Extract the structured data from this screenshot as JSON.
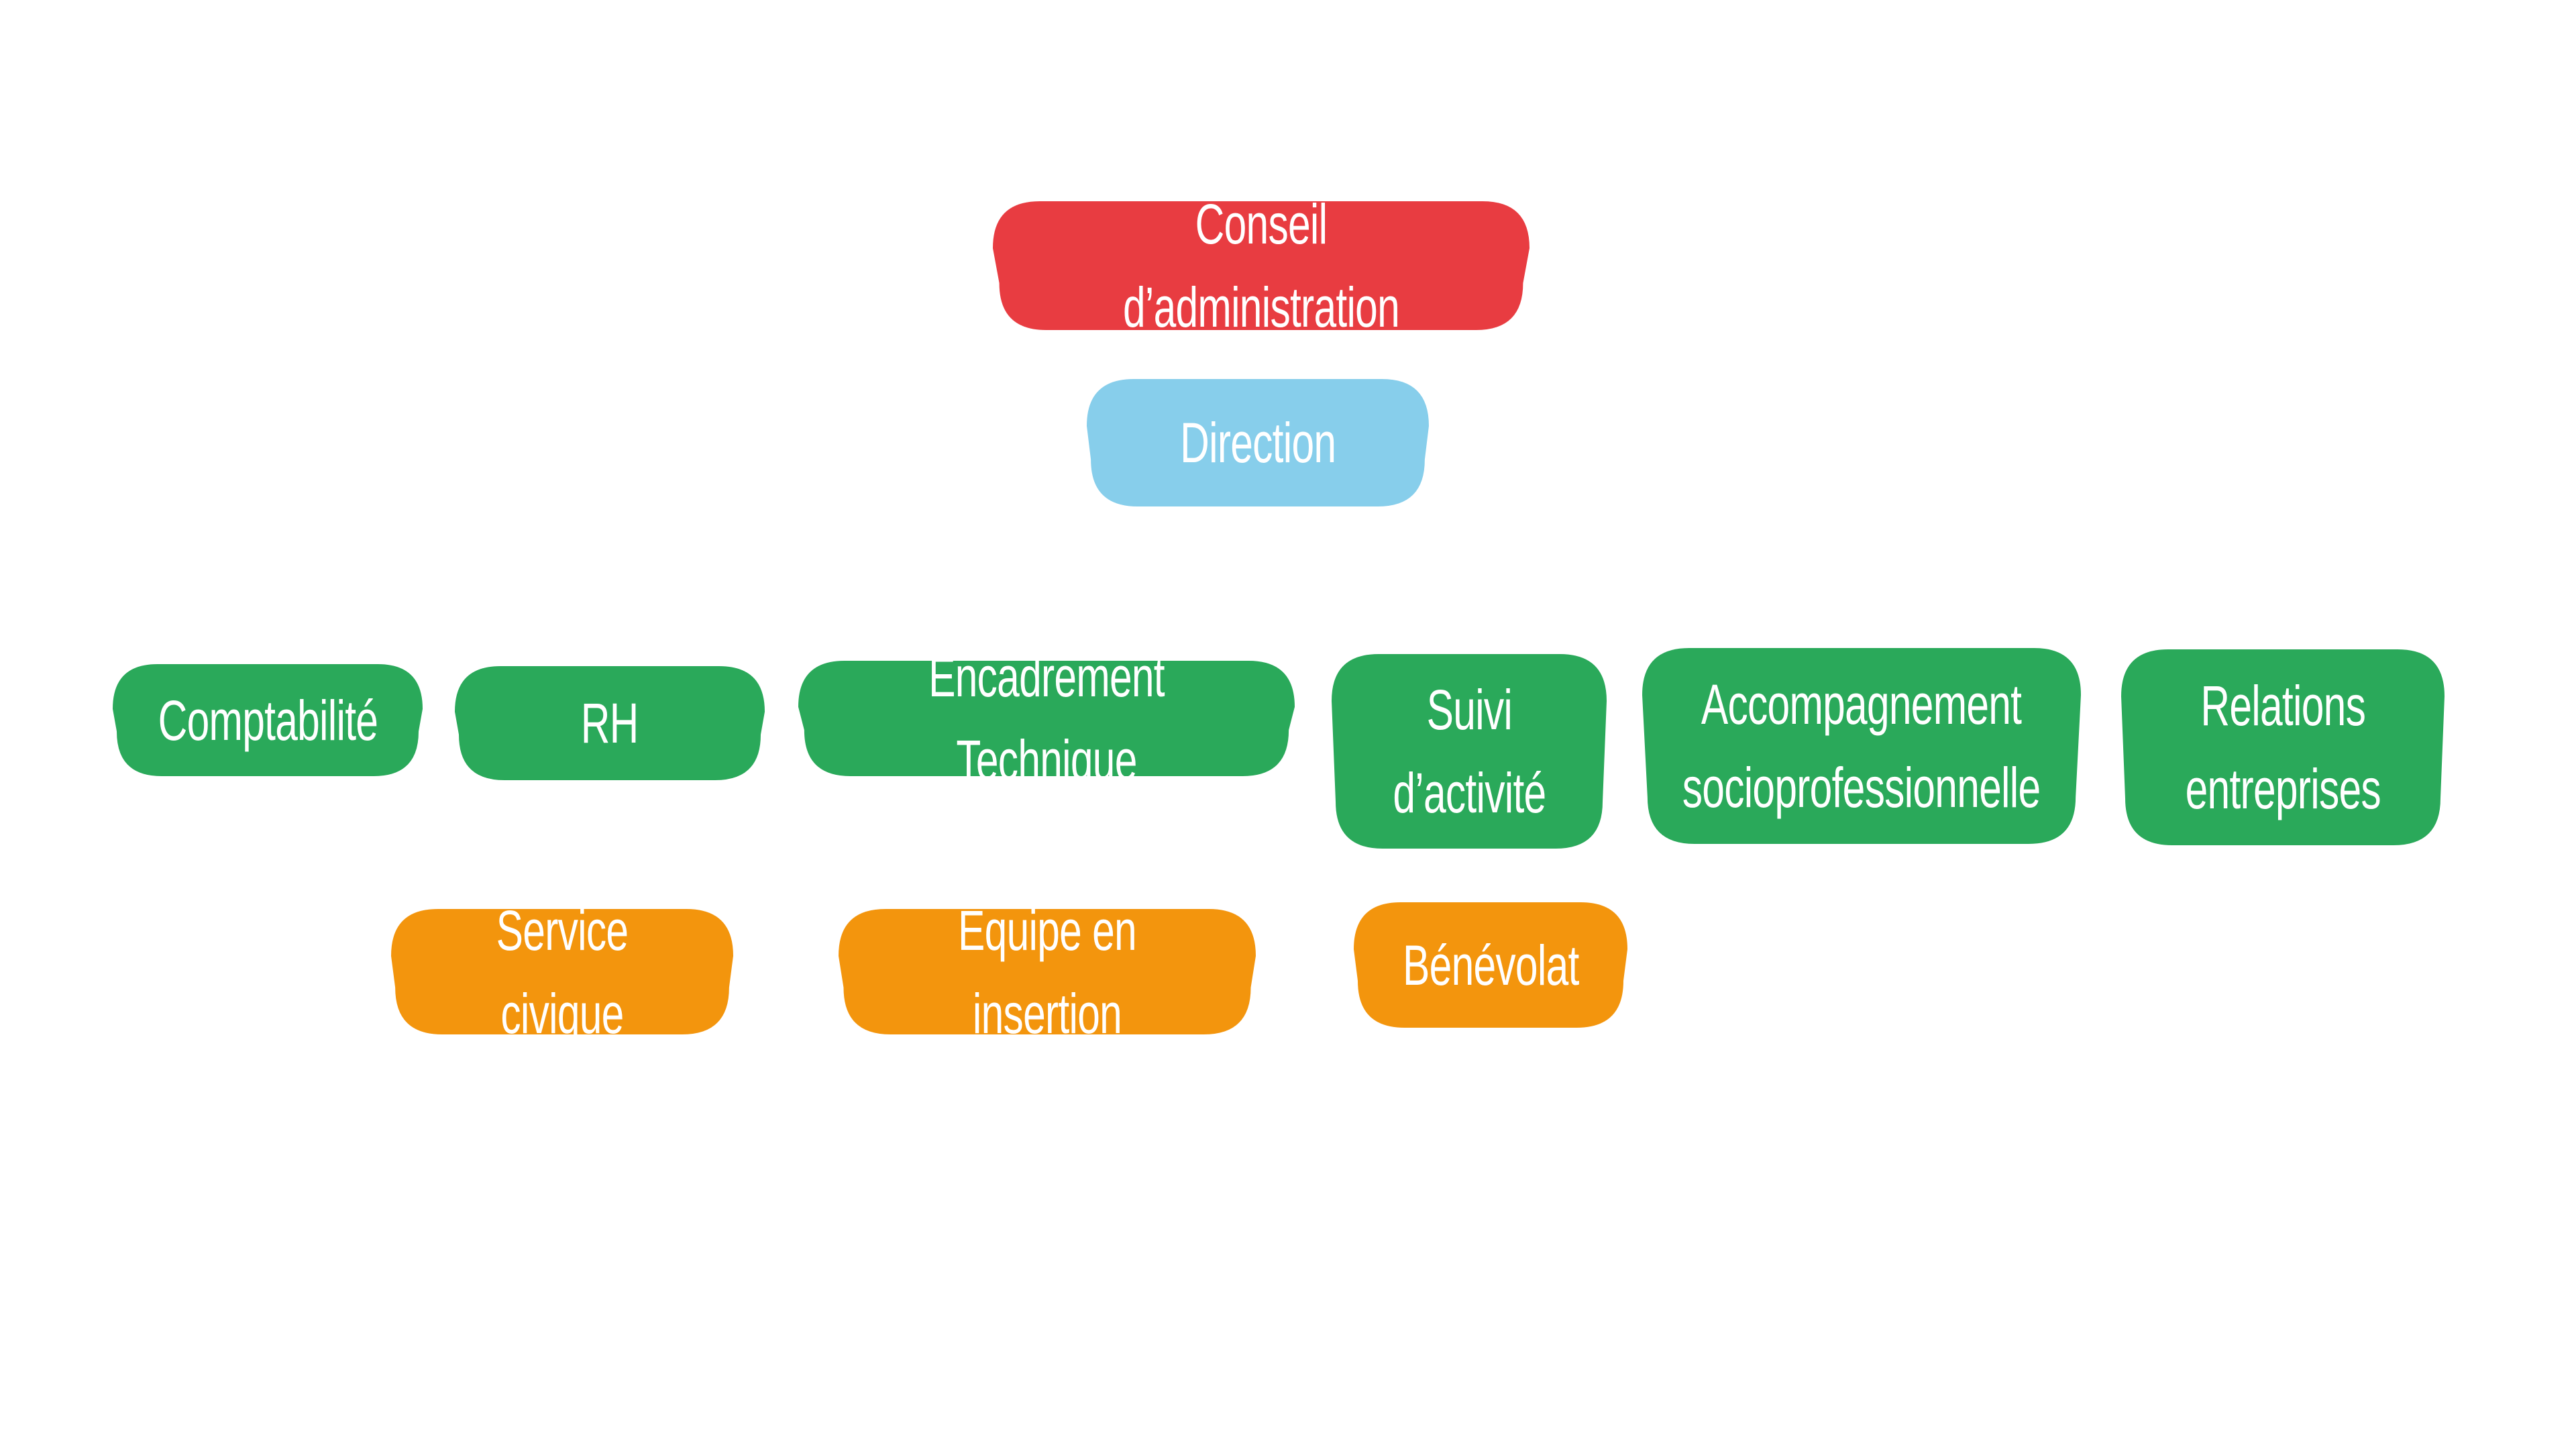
{
  "diagram": {
    "type": "org-chart",
    "colors": {
      "governance": "#E83C41",
      "direction": "#87CEEB",
      "department": "#2AA95A",
      "staff": "#F3950D",
      "text": "#FFFFFF",
      "background": "#FFFFFF"
    },
    "levels": {
      "board": {
        "label": "Conseil d’administration",
        "category": "governance"
      },
      "direction": {
        "label": "Direction",
        "category": "direction"
      },
      "departments": [
        {
          "label": "Comptabilité",
          "category": "department"
        },
        {
          "label": "RH",
          "category": "department"
        },
        {
          "label": "Encadrement Technique",
          "category": "department"
        },
        {
          "label": "Suivi\nd’activité",
          "category": "department"
        },
        {
          "label": "Accompagnement\nsocioprofessionnelle",
          "category": "department"
        },
        {
          "label": "Relations\nentreprises",
          "category": "department"
        }
      ],
      "teams": [
        {
          "label": "Service civique",
          "category": "staff"
        },
        {
          "label": "Équipe en insertion",
          "category": "staff"
        },
        {
          "label": "Bénévolat",
          "category": "staff"
        }
      ]
    }
  }
}
